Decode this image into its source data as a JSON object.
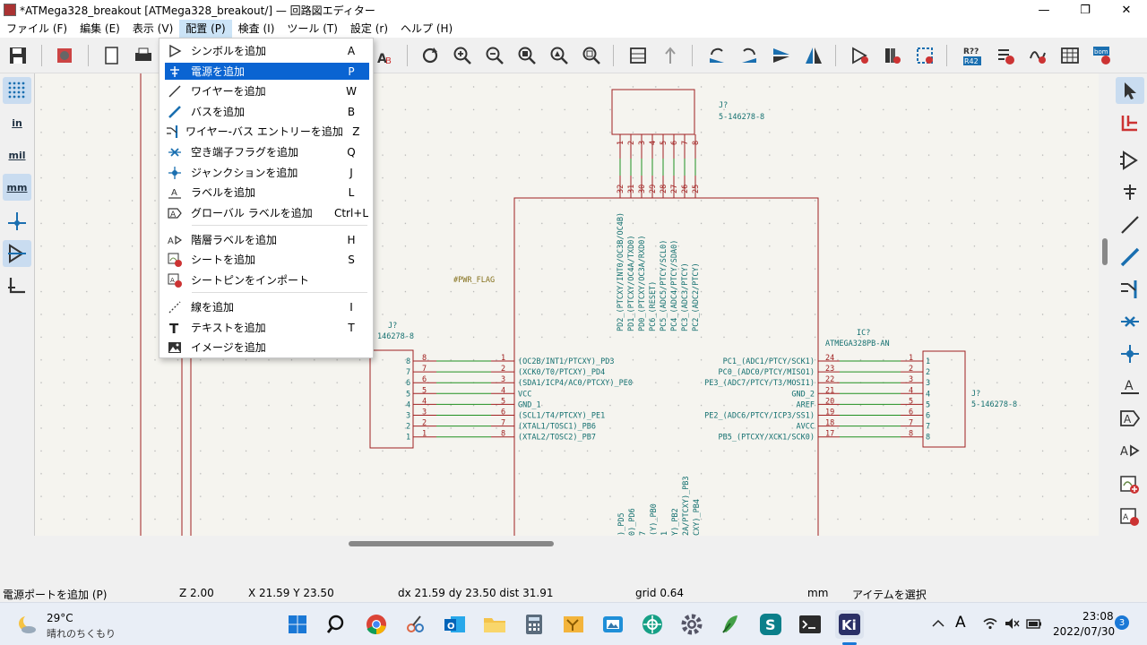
{
  "window": {
    "title": "*ATMega328_breakout [ATMega328_breakout/] — 回路図エディター",
    "minimize": "—",
    "restore": "❐",
    "close": "✕"
  },
  "menu": [
    "ファイル (F)",
    "編集 (E)",
    "表示 (V)",
    "配置 (P)",
    "検査 (I)",
    "ツール (T)",
    "設定 (r)",
    "ヘルプ (H)"
  ],
  "dropdown": [
    {
      "icon": "symbol-icon",
      "label": "シンボルを追加",
      "key": "A"
    },
    {
      "icon": "power-icon",
      "label": "電源を追加",
      "key": "P",
      "highlighted": true
    },
    {
      "icon": "wire-icon",
      "label": "ワイヤーを追加",
      "key": "W"
    },
    {
      "icon": "bus-icon",
      "label": "バスを追加",
      "key": "B"
    },
    {
      "icon": "bus-entry-icon",
      "label": "ワイヤー-バス エントリーを追加",
      "key": "Z"
    },
    {
      "icon": "no-connect-icon",
      "label": "空き端子フラグを追加",
      "key": "Q"
    },
    {
      "icon": "junction-icon",
      "label": "ジャンクションを追加",
      "key": "J"
    },
    {
      "icon": "label-icon",
      "label": "ラベルを追加",
      "key": "L"
    },
    {
      "icon": "global-label-icon",
      "label": "グローバル ラベルを追加",
      "key": "Ctrl+L"
    },
    {
      "icon": "hier-label-icon",
      "label": "階層ラベルを追加",
      "key": "H"
    },
    {
      "icon": "sheet-icon",
      "label": "シートを追加",
      "key": "S"
    },
    {
      "icon": "sheet-pin-icon",
      "label": "シートピンをインポート",
      "key": ""
    },
    {
      "icon": "line-icon",
      "label": "線を追加",
      "key": "I"
    },
    {
      "icon": "text-icon",
      "label": "テキストを追加",
      "key": "T"
    },
    {
      "icon": "image-icon",
      "label": "イメージを追加",
      "key": ""
    }
  ],
  "left_toolbar": [
    "",
    "in",
    "mil",
    "mm",
    "",
    "",
    ""
  ],
  "schematic": {
    "top_connector_ref": "J?",
    "top_connector_value": "5-146278-8",
    "pwr_flag": "#PWR_FLAG",
    "left_connector_ref": "J?",
    "left_connector_value": "146278-8",
    "ic_ref": "IC?",
    "ic_value": "ATMEGA328PB-AN",
    "right_connector_ref": "J?",
    "right_connector_value": "5-146278-8",
    "top_pins": [
      "32",
      "31",
      "30",
      "29",
      "28",
      "27",
      "26",
      "25"
    ],
    "top_conn_pins": [
      "1",
      "2",
      "3",
      "4",
      "5",
      "6",
      "7",
      "8"
    ],
    "top_pin_names": [
      "PD2_(PTCXY/INT0/OC3B/OC4B)",
      "PD1_(PTCXY/OC4A/TXD0)",
      "PD0_(PTCXY/OC3A/RXD0)",
      "PC6_(RESET)",
      "PC5_(ADC5/PTCY/SCL0)",
      "PC4_(ADC4/PTCY/SDA0)",
      "PC3_(ADC3/PTCY)",
      "PC2_(ADC2/PTCY)"
    ],
    "left_pin_names": [
      "(OC2B/INT1/PTCXY)_PD3",
      "(XCK0/T0/PTCXY)_PD4",
      "(SDA1/ICP4/AC0/PTCXY)_PE0",
      "VCC",
      "GND_1",
      "(SCL1/T4/PTCXY)_PE1",
      "(XTAL1/TOSC1)_PB6",
      "(XTAL2/TOSC2)_PB7"
    ],
    "left_ic_pins": [
      "1",
      "2",
      "3",
      "4",
      "5",
      "6",
      "7",
      "8"
    ],
    "left_conn_pins_outer": [
      "8",
      "7",
      "6",
      "5",
      "4",
      "3",
      "2",
      "1"
    ],
    "left_conn_pins_inner": [
      "8",
      "7",
      "6",
      "5",
      "4",
      "3",
      "2",
      "1"
    ],
    "right_pin_names": [
      "PC1_(ADC1/PTCY/SCK1)",
      "PC0_(ADC0/PTCY/MISO1)",
      "PE3_(ADC7/PTCY/T3/MOSI1)",
      "GND_2",
      "AREF",
      "PE2_(ADC6/PTCY/ICP3/SS1)",
      "AVCC",
      "PB5_(PTCXY/XCK1/SCK0)"
    ],
    "right_ic_pins": [
      "24",
      "23",
      "22",
      "21",
      "20",
      "19",
      "18",
      "17"
    ],
    "right_conn_pins_inner": [
      "1",
      "2",
      "3",
      "4",
      "5",
      "6",
      "7",
      "8"
    ],
    "right_conn_pins_outer": [
      "1",
      "2",
      "3",
      "4",
      "5",
      "6",
      "7",
      "8"
    ],
    "bottom_pin_names": [
      ")_PD5",
      "0)_PD6",
      "7",
      "(Y)_PB0",
      "1",
      "Y)_PB2",
      "2A/PTCXY)_PB3",
      "CXY)_PB4"
    ]
  },
  "status": {
    "mode": "電源ポートを追加 (P)",
    "zoom": "Z 2.00",
    "coords": "X 21.59  Y 23.50",
    "delta": "dx 21.59  dy 23.50  dist 31.91",
    "grid": "grid 0.64",
    "units": "mm",
    "tool": "アイテムを選択"
  },
  "taskbar": {
    "temp": "29°C",
    "weather": "晴れのちくもり",
    "ime": "A",
    "time": "23:08",
    "date": "2022/07/30",
    "badge": "3"
  },
  "colors": {
    "highlight": "#0a64d2",
    "pin_red": "#a02020",
    "wire_green": "#209020",
    "text_teal": "#147070"
  }
}
